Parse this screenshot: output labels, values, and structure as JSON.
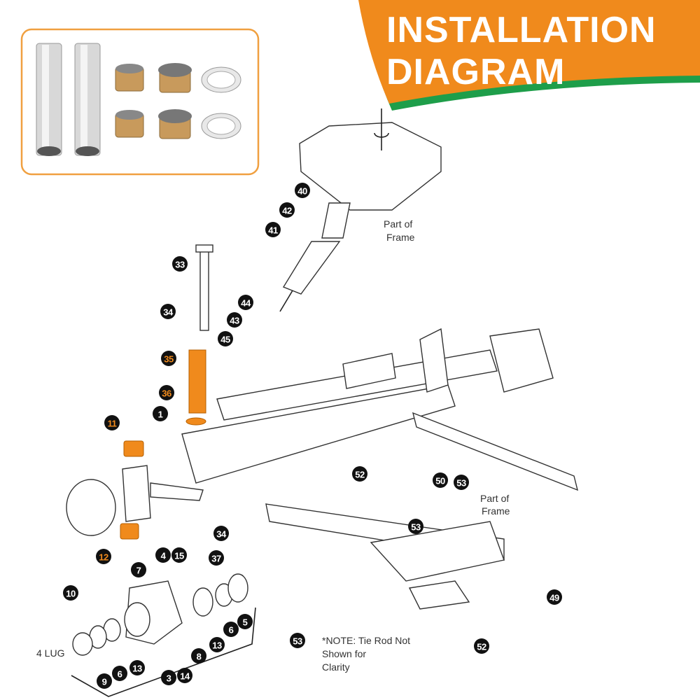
{
  "banner": {
    "line1": "INSTALLATION",
    "line2": "DIAGRAM",
    "color": "#f08a1c",
    "accent": "#1e9e4a"
  },
  "inset": {
    "border_color": "#f0a040",
    "parts": [
      "spacer-tube",
      "spacer-tube",
      "bushing",
      "flanged-bushing",
      "washer",
      "bushing",
      "flanged-bushing",
      "washer"
    ]
  },
  "labels": {
    "frame_upper": [
      "Part of",
      "Frame"
    ],
    "frame_lower": [
      "Part of",
      "Frame"
    ],
    "lug": "4 LUG",
    "note": [
      "*NOTE: Tie Rod Not",
      "Shown for",
      "Clarity"
    ]
  },
  "callouts": [
    "40",
    "42",
    "41",
    "33",
    "34",
    "44",
    "43",
    "45",
    "35",
    "36",
    "1",
    "11",
    "12",
    "4",
    "15",
    "34",
    "37",
    "52",
    "50",
    "53",
    "53",
    "49",
    "52",
    "53",
    "7",
    "10",
    "5",
    "6",
    "13",
    "8",
    "3",
    "14",
    "9",
    "6",
    "13"
  ],
  "highlight_color": "#f08a1c"
}
